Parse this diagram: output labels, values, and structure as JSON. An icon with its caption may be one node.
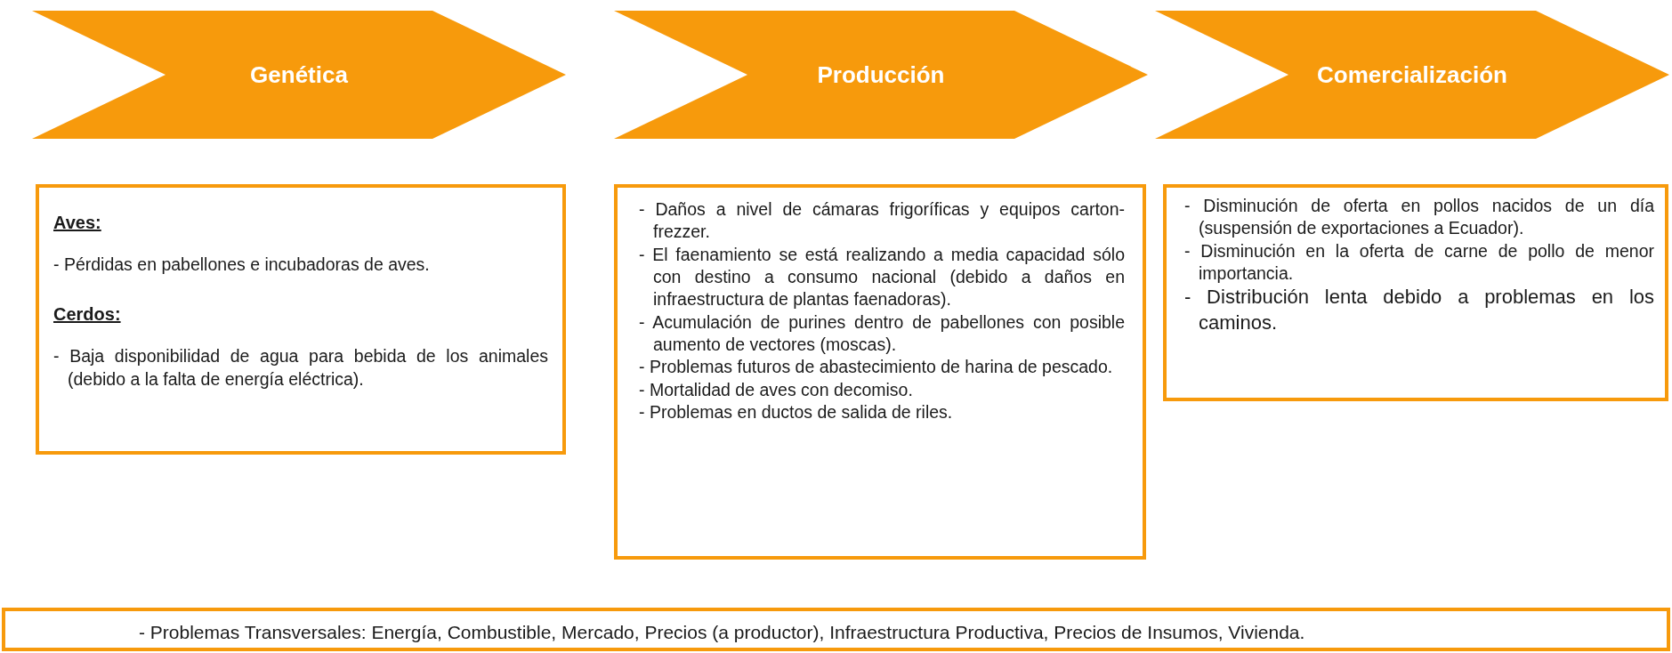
{
  "diagram": {
    "nodes": [
      {
        "text": [
          "Genética"
        ]
      },
      {
        "text": [
          "Producción"
        ]
      },
      {
        "text": [
          "Comercialización"
        ]
      },
      {
        "text": [
          "Aves:",
          "- Pérdidas en pabellones e incubadoras de aves.",
          "Cerdos:",
          "- Baja disponibilidad de agua para bebida de los animales (debido a la falta de energía eléctrica)."
        ]
      },
      {
        "text": [
          "- Daños a nivel de cámaras frigoríficas y equipos carton-frezzer.",
          "- El faenamiento se está realizando a media capacidad sólo con destino a consumo nacional (debido a daños en infraestructura de plantas faenadoras).",
          "- Acumulación de purines dentro de pabellones con posible aumento de vectores (moscas).",
          "- Problemas futuros de abastecimiento de harina de pescado.",
          "- Mortalidad de aves con decomiso.",
          "- Problemas en ductos de salida de riles."
        ]
      },
      {
        "text": [
          "- Disminución de oferta en pollos nacidos de un día (suspensión de exportaciones a Ecuador).",
          "- Disminución en la oferta de carne de pollo de menor importancia.",
          "- Distribución lenta debido a problemas en los caminos."
        ]
      },
      {
        "text": [
          "- Problemas Transversales: Energía, Combustible, Mercado, Precios (a productor), Infraestructura Productiva, Precios de Insumos, Vivienda."
        ]
      }
    ]
  }
}
